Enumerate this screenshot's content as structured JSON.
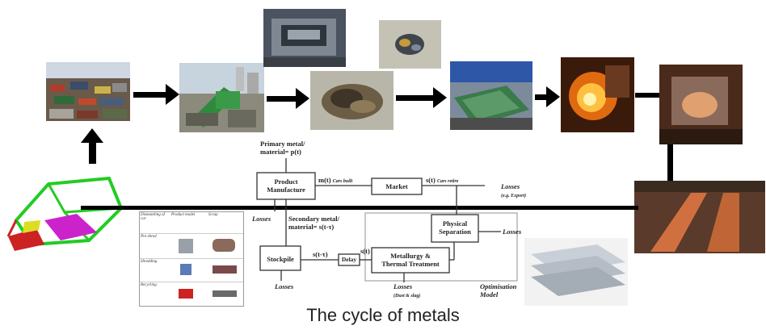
{
  "caption": "The cycle of metals",
  "diagram": {
    "primary_label_line1": "Primary metal/",
    "primary_label_line2": "material=",
    "primary_label_expr": "p(t)",
    "product_box_line1": "Product",
    "product_box_line2": "Manufacture",
    "market_box": "Market",
    "physical_sep_line1": "Physical",
    "physical_sep_line2": "Separation",
    "stockpile_box": "Stockpile",
    "delay_box": "Delay",
    "metallurgy_line1": "Metallurgy &",
    "metallurgy_line2": "Thermal Treatment",
    "secondary_label_line1": "Secondary metal/",
    "secondary_label_line2": "material=",
    "secondary_label_expr": "s(t-τ)",
    "m_t": "m(t)",
    "m_t_sub": "Cars built",
    "s_t": "s(t)",
    "s_t_sub": "Cars retire",
    "losses_market": "Losses",
    "losses_market_sub": "(e.g. Export)",
    "losses_left": "Losses",
    "losses_separation": "Losses",
    "losses_stockpile": "Losses",
    "losses_metallurgy": "Losses",
    "losses_metallurgy_sub": "(Dust & slag)",
    "s_tau": "s(t-τ)",
    "s_t_mid": "s(t)",
    "optimization_line1": "Optimisation",
    "optimization_line2": "Model"
  },
  "table": {
    "headers": [
      "Dismantling of car",
      "Product model",
      "Scrap"
    ],
    "rows": [
      "Pre-shred",
      "Shredding",
      "Recycling"
    ]
  },
  "colors": {
    "arrow": "#000000",
    "divider": "#000000",
    "car_frame": "#22cc22",
    "car_floor": "#cc22cc",
    "car_red": "#cc2222"
  }
}
